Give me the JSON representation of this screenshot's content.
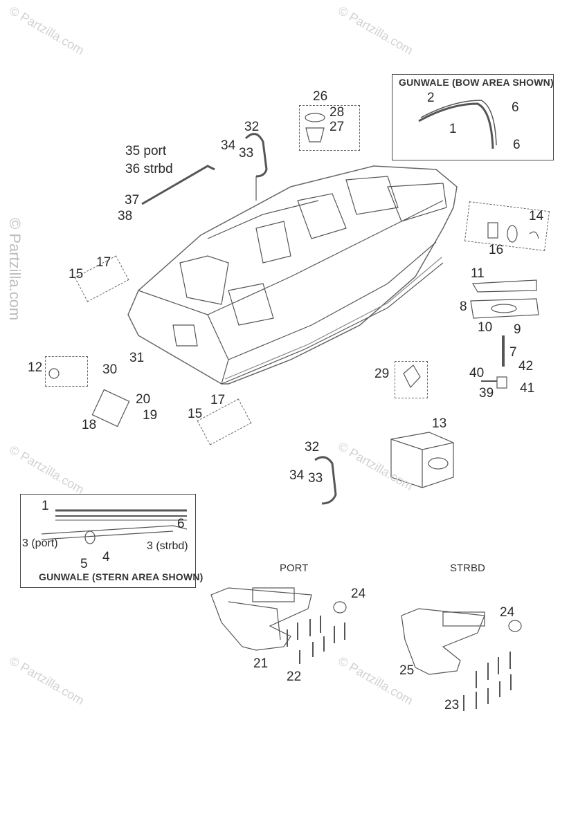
{
  "watermark": "© Partzilla.com",
  "callouts": {
    "gunwale_bow": "GUNWALE (BOW AREA SHOWN)",
    "gunwale_stern": "GUNWALE (STERN AREA SHOWN)"
  },
  "side_labels": {
    "port": "PORT",
    "strbd": "STRBD"
  },
  "parts": {
    "p1": "1",
    "p2": "2",
    "p3_port": "3 (port)",
    "p3_strbd": "3 (strbd)",
    "p4": "4",
    "p5": "5",
    "p6": "6",
    "p7": "7",
    "p8": "8",
    "p9": "9",
    "p10": "10",
    "p11": "11",
    "p12": "12",
    "p13": "13",
    "p14": "14",
    "p15": "15",
    "p16": "16",
    "p17": "17",
    "p18": "18",
    "p19": "19",
    "p20": "20",
    "p21": "21",
    "p22": "22",
    "p23": "23",
    "p24": "24",
    "p25": "25",
    "p26": "26",
    "p27": "27",
    "p28": "28",
    "p29": "29",
    "p30": "30",
    "p31": "31",
    "p32": "32",
    "p33": "33",
    "p34": "34",
    "p35_port": "35 port",
    "p36_strbd": "36 strbd",
    "p37": "37",
    "p38": "38",
    "p39": "39",
    "p40": "40",
    "p41": "41",
    "p42": "42"
  }
}
